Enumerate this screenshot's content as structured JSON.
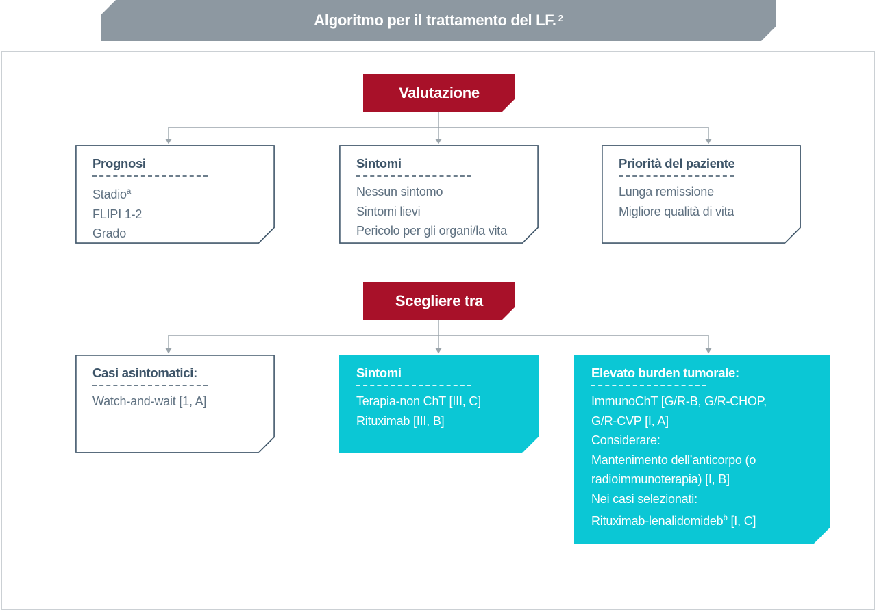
{
  "banner": {
    "title": "Algoritmo per il trattamento del LF.",
    "sup": "2"
  },
  "steps": {
    "step1": "Valutazione",
    "step2": "Scegliere tra"
  },
  "row1": [
    {
      "title": "Prognosi",
      "lines": [
        {
          "text": "Stadio",
          "sup": "a"
        },
        {
          "text": "FLIPI 1-2"
        },
        {
          "text": "Grado"
        }
      ]
    },
    {
      "title": "Sintomi",
      "lines": [
        {
          "text": "Nessun sintomo"
        },
        {
          "text": "Sintomi lievi"
        },
        {
          "text": "Pericolo per gli organi/la vita"
        }
      ]
    },
    {
      "title": "Priorità del paziente",
      "lines": [
        {
          "text": "Lunga remissione"
        },
        {
          "text": "Migliore qualità di vita"
        }
      ]
    }
  ],
  "row2": [
    {
      "title": "Casi asintomatici:",
      "lines": [
        {
          "text": "Watch-and-wait [1, A]"
        }
      ]
    },
    {
      "title": "Sintomi",
      "lines": [
        {
          "text": "Terapia-non ChT [III, C]"
        },
        {
          "text": "Rituximab [III, B]"
        }
      ]
    },
    {
      "title": "Elevato burden tumorale:",
      "lines": [
        {
          "text": "ImmunoChT [G/R-B, G/R-CHOP,"
        },
        {
          "text": "G/R-CVP [I, A]"
        },
        {
          "text": "Considerare:"
        },
        {
          "text": "Mantenimento dell’anticorpo (o"
        },
        {
          "text": "radioimmunoterapia) [I, B]"
        },
        {
          "text": "Nei casi selezionati:"
        },
        {
          "text": "Rituximab-lenalidomideb",
          "sup": "b",
          "tail": " [I, C]"
        }
      ]
    }
  ],
  "colors": {
    "red": "#a81129",
    "cyan": "#0bc7d5",
    "banner_gray": "#8d98a1",
    "box_border": "#42586b",
    "heading_text": "#3d5468",
    "body_text": "#5e7080",
    "connector": "#9aa4ab",
    "panel_border": "#cbd0d4"
  }
}
